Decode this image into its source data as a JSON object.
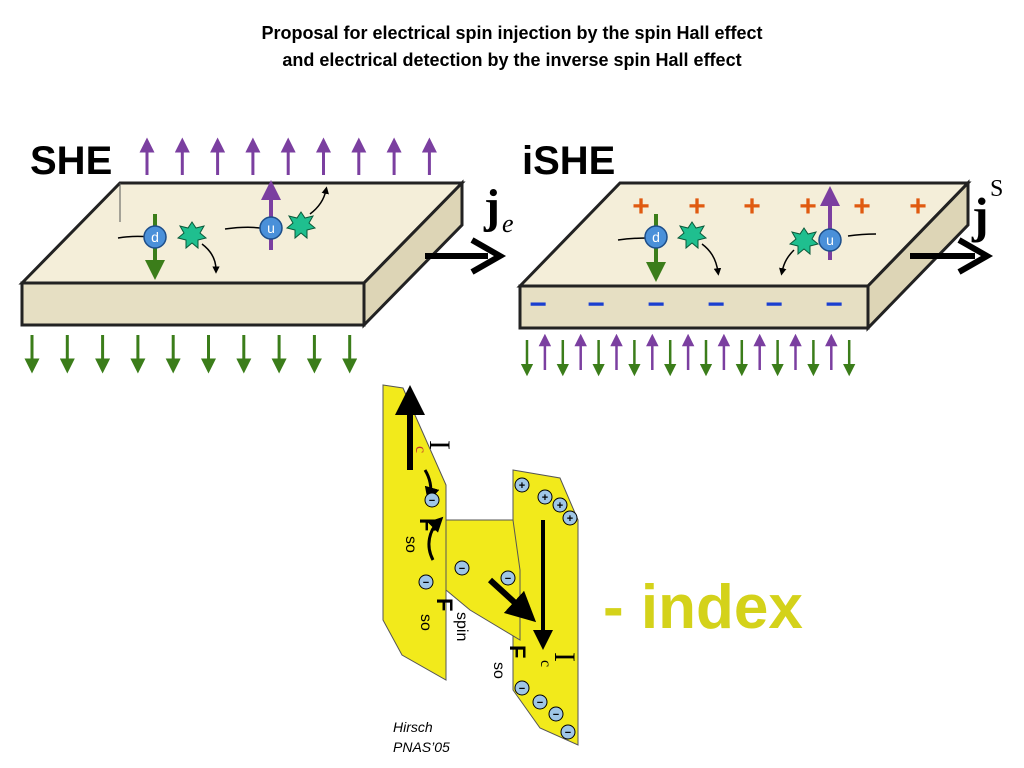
{
  "title": {
    "line1": "Proposal for electrical spin injection by the spin Hall effect",
    "line2": "and electrical detection by the inverse spin Hall effect"
  },
  "she_panel": {
    "label": "SHE",
    "current_label": "j",
    "current_subscript": "e",
    "electron_down": "d",
    "electron_up": "u",
    "top_arrows_count": 9,
    "bottom_arrows_count": 10
  },
  "ishe_panel": {
    "label": "iSHE",
    "current_label": "j",
    "current_superscript": "S",
    "electron_down": "d",
    "electron_up": "u",
    "plus_sign": "+",
    "minus_sign": "−",
    "plus_count": 6,
    "minus_count": 6
  },
  "h_structure": {
    "label_Ic": "I",
    "label_Ic_sub": "c",
    "label_Fso": "F",
    "label_Fso_sub": "so",
    "label_spin": "spin"
  },
  "big_label": "- index",
  "credit": {
    "line1": "Hirsch",
    "line2": "PNAS’05"
  },
  "colors": {
    "slab_top": "#f4eed9",
    "slab_side": "#e6dfc3",
    "up_arrow": "#7b3fa0",
    "down_arrow": "#3b7d1a",
    "plus": "#e05a10",
    "minus": "#1a3fd0",
    "electron": "#4a90d9",
    "star": "#1fbf8f",
    "yellow": "#f2ea1b",
    "label_yellow": "#d4d21a"
  }
}
